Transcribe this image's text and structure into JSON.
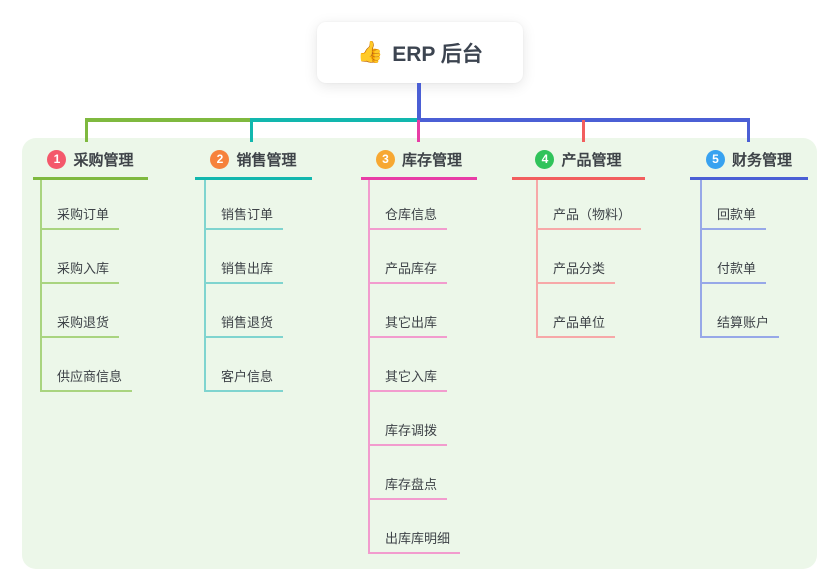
{
  "root_node": {
    "icon_glyph": "👍",
    "title": "ERP 后台"
  },
  "canvas": {
    "background": "#ffffff",
    "panel_background": "#ecf7e9",
    "root_connector_color": "#4b5fd5",
    "text_color": "#3e4348"
  },
  "branches": [
    {
      "index": "1",
      "label": "采购管理",
      "badge_color": "#f4586b",
      "line_color": "#7fb93f",
      "child_line_color": "#a9d47f",
      "children": [
        "采购订单",
        "采购入库",
        "采购退货",
        "供应商信息"
      ]
    },
    {
      "index": "2",
      "label": "销售管理",
      "badge_color": "#f6823c",
      "line_color": "#12b7ae",
      "child_line_color": "#7fd4cf",
      "children": [
        "销售订单",
        "销售出库",
        "销售退货",
        "客户信息"
      ]
    },
    {
      "index": "3",
      "label": "库存管理",
      "badge_color": "#f7a832",
      "line_color": "#e83da6",
      "child_line_color": "#f29cce",
      "children": [
        "仓库信息",
        "产品库存",
        "其它出库",
        "其它入库",
        "库存调拨",
        "库存盘点",
        "出库库明细"
      ]
    },
    {
      "index": "4",
      "label": "产品管理",
      "badge_color": "#30c35a",
      "line_color": "#f25e5e",
      "child_line_color": "#f7a8a8",
      "children": [
        "产品（物料）",
        "产品分类",
        "产品单位"
      ]
    },
    {
      "index": "5",
      "label": "财务管理",
      "badge_color": "#38a2f0",
      "line_color": "#4b5fd5",
      "child_line_color": "#97a8e8",
      "children": [
        "回款单",
        "付款单",
        "结算账户"
      ]
    }
  ]
}
